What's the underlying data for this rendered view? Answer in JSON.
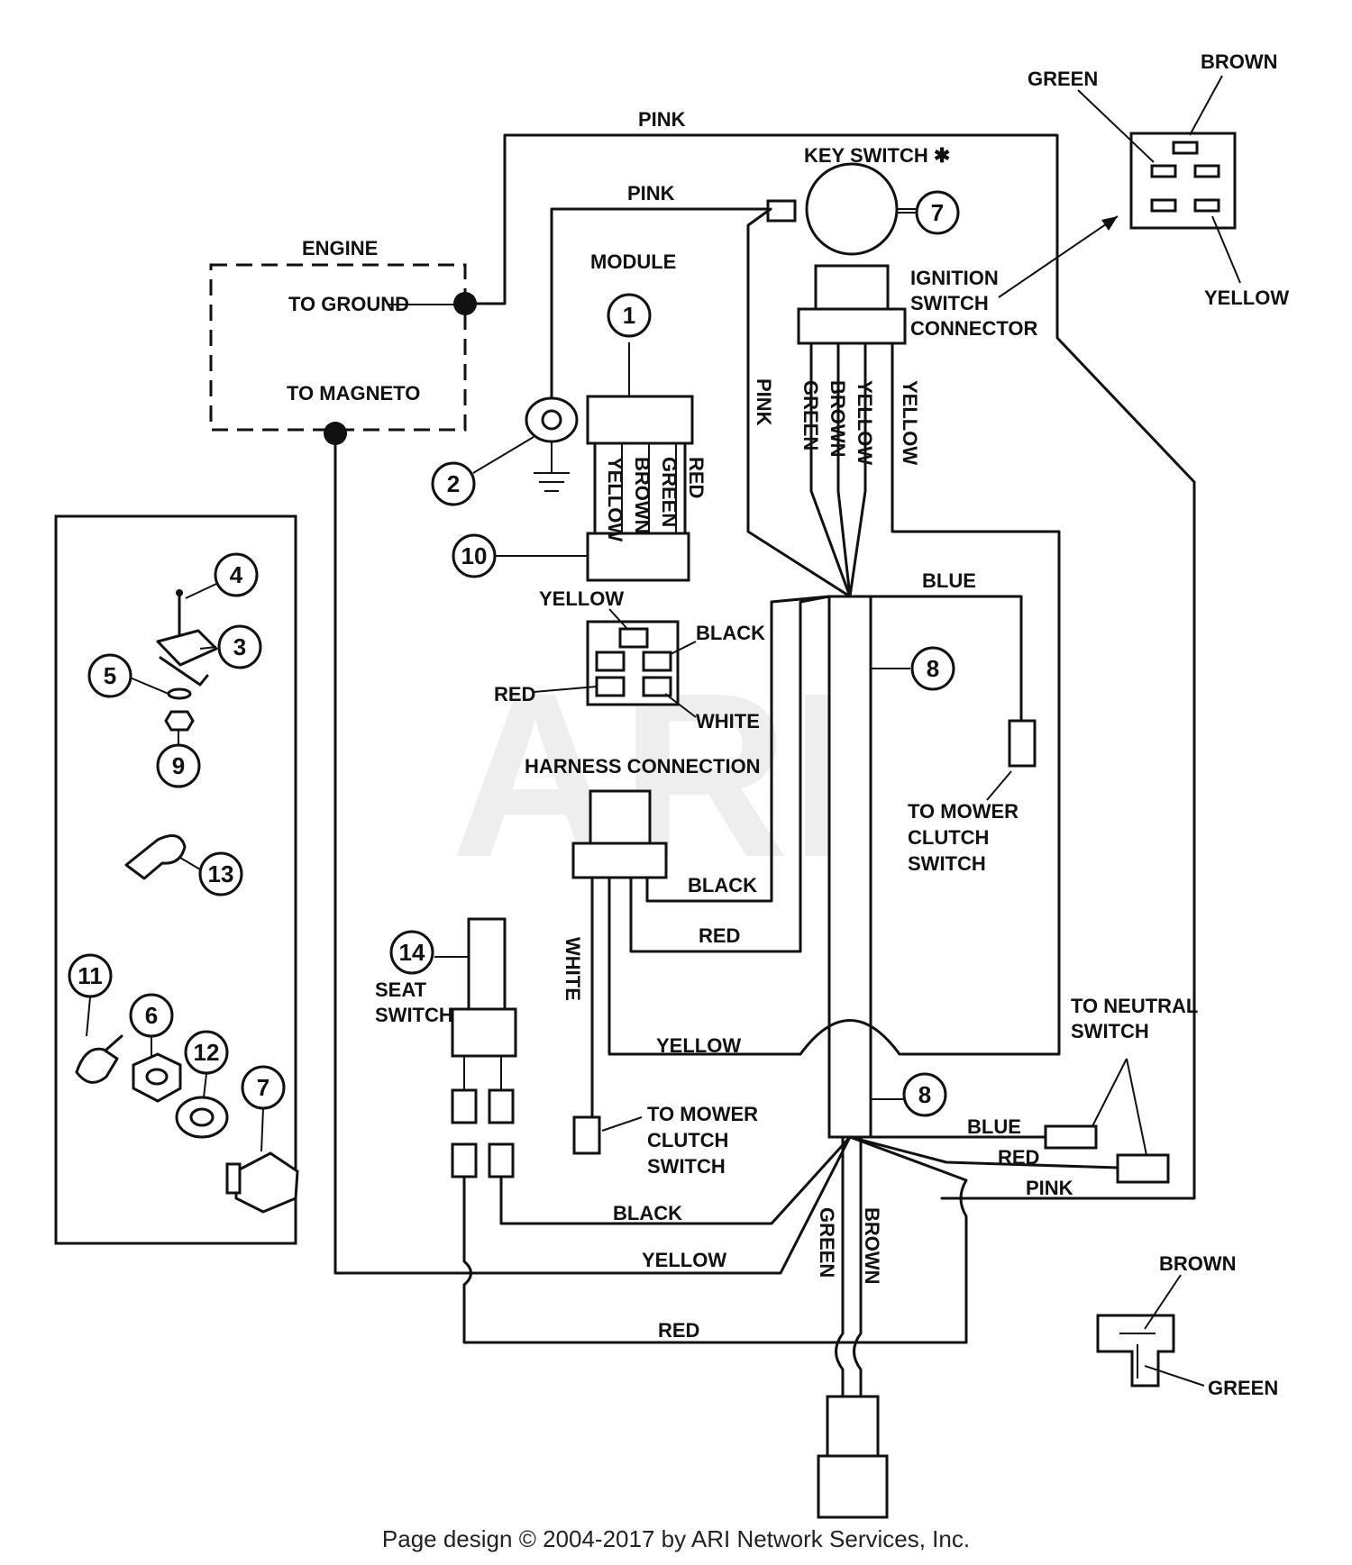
{
  "watermark": "ARI",
  "footer": "Page design © 2004-2017 by ARI Network Services, Inc.",
  "labels": {
    "engine": "ENGINE",
    "to_ground": "TO GROUND",
    "to_magneto": "TO MAGNETO",
    "module": "MODULE",
    "key_switch": "KEY SWITCH ✱",
    "ignition_switch_connector": [
      "IGNITION",
      "SWITCH",
      "CONNECTOR"
    ],
    "harness_connection": "HARNESS CONNECTION",
    "seat_switch": [
      "SEAT",
      "SWITCH"
    ],
    "to_mower_clutch_switch": [
      "TO MOWER",
      "CLUTCH",
      "SWITCH"
    ],
    "to_neutral_switch": [
      "TO NEUTRAL",
      "SWITCH"
    ]
  },
  "wires": {
    "pink": "PINK",
    "green": "GREEN",
    "brown": "BROWN",
    "yellow": "YELLOW",
    "red": "RED",
    "black": "BLACK",
    "white": "WHITE",
    "blue": "BLUE"
  },
  "callouts": [
    "1",
    "2",
    "3",
    "4",
    "5",
    "6",
    "7",
    "8",
    "9",
    "10",
    "11",
    "12",
    "13",
    "14"
  ]
}
